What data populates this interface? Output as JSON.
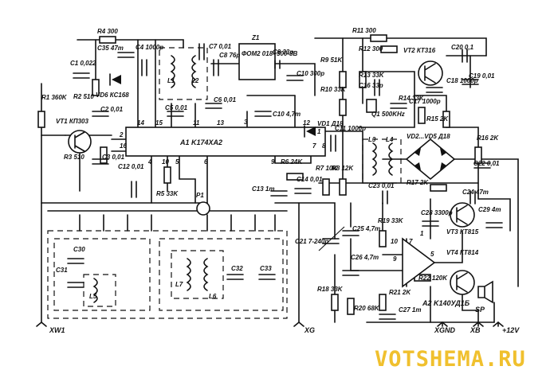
{
  "watermark": "VOTSHEMA.RU",
  "ic": {
    "a1": "A1 K174XA2",
    "a2": "A2 K140УД1Б",
    "z1": "ФОМ2 018- 500-3В"
  },
  "terminals": {
    "xw1": "XW1",
    "xg": "XG",
    "xgnd": "XGND",
    "xb": "XB",
    "v12": "+12V",
    "sp": "SP"
  },
  "pins": {
    "p1": "1",
    "p2": "2",
    "p3": "3",
    "p4": "4",
    "p5": "5",
    "p6": "6",
    "p7": "7",
    "p8": "8",
    "p9": "9",
    "p10": "10",
    "p11": "11",
    "p12": "12",
    "p13": "13",
    "p14": "14",
    "p15": "15",
    "p16": "16",
    "op_10": "10",
    "op_9": "9",
    "op_7": "7",
    "op_5": "5",
    "op_1": "1"
  },
  "parts": {
    "r1": "R1 360K",
    "r2": "R2 510",
    "r3": "R3 510",
    "r4": "R4 300",
    "r5": "R5 33K",
    "r6": "R6 24K",
    "r7": "R7 10K",
    "r8": "R8 12K",
    "r9": "R9 51K",
    "r10": "R10 33K",
    "r11": "R11 300",
    "r12": "R12 300",
    "r13": "R13 33K",
    "r14": "R14 33K",
    "r15": "R15 2K",
    "r16": "R16 2K",
    "r17": "R17 2K",
    "r18": "R18 33K",
    "r19": "R19 33K",
    "r20": "R20 68K",
    "r21": "R21 2K",
    "r22": "R22 120K",
    "c1": "C1 0,022",
    "c2": "C2 0,01",
    "c3": "C3 0,01",
    "c4": "C4 1000p",
    "c5": "C5 0,01",
    "c6": "C6 0,01",
    "c7": "C7 0,01",
    "c8": "C8 76p",
    "c9": "C9 33p",
    "c10": "C10 300p",
    "c10b": "C10 4,7m",
    "c11": "C11 1000p",
    "c12": "C12 0,01",
    "c13": "C13 1m",
    "c14": "C14 0,01",
    "c16": "C16 33p",
    "c17": "C17 1000p",
    "c18": "C18 1000p",
    "c19": "C19 0,01",
    "c20": "C20 0,1",
    "c21": "C21 7-240p",
    "c22": "C22 0,01",
    "c23": "C23 0,01",
    "c24": "C24 47m",
    "c25": "C25 4,7m",
    "c26": "C26 4,7m",
    "c27": "C27 1m",
    "c28": "C28 3300p",
    "c29": "C29 4m",
    "c30": "C30",
    "c31": "C31",
    "c32": "C32",
    "c33": "C33",
    "c35": "C35 47m",
    "q1": "Q1 500KHz",
    "vt1": "VT1 КП303",
    "vt2": "VT2 КТ316",
    "vt3": "VT3 КТ815",
    "vt4": "VT4 КТ814",
    "vd1": "VD1 Д18",
    "vd2": "VD2...VD5 Д18",
    "vd6": "VD6 КС168",
    "l1": "L1",
    "l2": "L2",
    "l3": "L3",
    "l4": "L4",
    "l5": "L5",
    "l6": "L6",
    "l7": "L7",
    "z1": "Z1",
    "p1": "P1"
  }
}
